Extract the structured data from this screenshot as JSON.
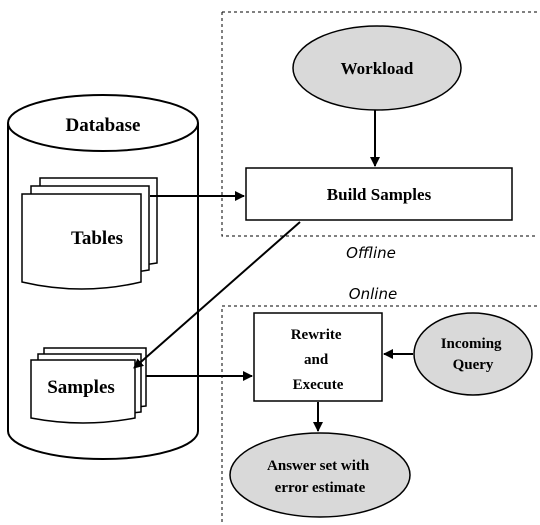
{
  "diagram": {
    "database_label": "Database",
    "tables_label": "Tables",
    "samples_label": "Samples",
    "workload_label": "Workload",
    "build_samples_label": "Build Samples",
    "offline_label": "Offline",
    "online_label": "Online",
    "rewrite_lines": [
      "Rewrite",
      "and",
      "Execute"
    ],
    "incoming_lines": [
      "Incoming",
      "Query"
    ],
    "answer_lines": [
      "Answer set with",
      "error estimate"
    ],
    "colors": {
      "ellipse_fill": "#d9d9d9",
      "stroke": "#000000",
      "background": "#ffffff"
    }
  }
}
